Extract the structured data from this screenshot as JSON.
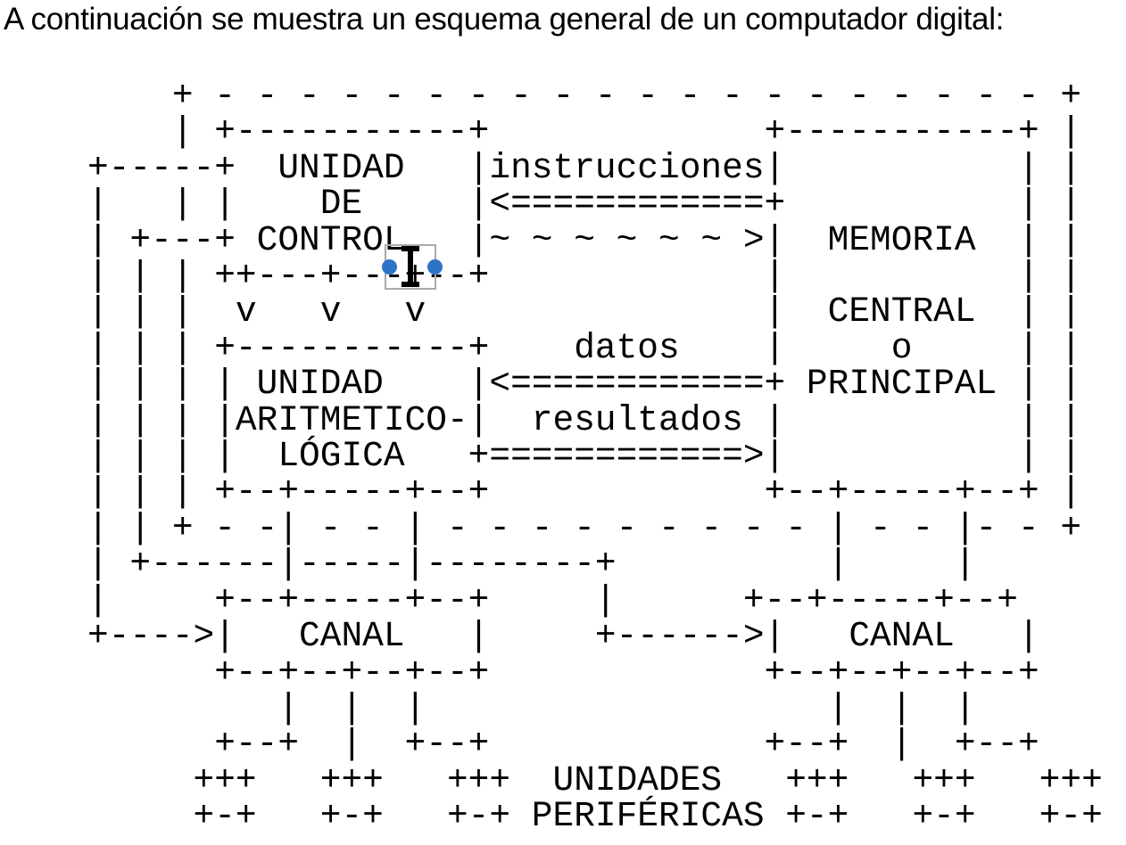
{
  "title": "A continuación se muestra un esquema general de un computador digital:",
  "diagram": {
    "description": "esquema general de un computador digital (ASCII)",
    "components": [
      "UNIDAD DE CONTROL",
      "MEMORIA CENTRAL o PRINCIPAL",
      "UNIDAD ARITMETICO-LÓGICA",
      "CANAL",
      "CANAL",
      "UNIDADES PERIFÉRICAS"
    ],
    "flows": [
      "instrucciones",
      "datos",
      "resultados"
    ],
    "lines": [
      "    + - - - - - - - - - - - - - - - - - - - - +",
      "    | +-----------+             +-----------+ |",
      "+-----+  UNIDAD   |instrucciones|           | |",
      "|   | |    DE     |<============+           | |",
      "| +---+ CONTROL   |~ ~ ~ ~ ~ ~ >|  MEMORIA  | |",
      "| | | ++---+---+--+             |           | |",
      "| | |  v   v   v                |  CENTRAL  | |",
      "| | | +-----------+    datos    |     o     | |",
      "| | | | UNIDAD    |<============+ PRINCIPAL | |",
      "| | | |ARITMETICO-|  resultados |           | |",
      "| | | |  LÓGICA   +============>|           | |",
      "| | | +--+-----+--+             +--+-----+--+ |",
      "| | + - -| - - | - - - - - - - - - | - - |- - +",
      "| +------|-----|--------+          |     |",
      "|     +--+-----+--+     |      +--+-----+--+",
      "+---->|   CANAL   |     +------>|   CANAL   |",
      "      +--+--+--+--+             +--+--+--+--+",
      "         |  |  |                   |  |  |",
      "      +--+  |  +--+             +--+  |  +--+",
      "     +++   +++   +++  UNIDADES   +++   +++   +++",
      "     +-+   +-+   +-+ PERIFÉRICAS +-+   +-+   +-+"
    ]
  },
  "cursor": {
    "handle_color": "#2d73c8",
    "box_border_color": "#a9a9a9",
    "caret_color": "#000000"
  }
}
